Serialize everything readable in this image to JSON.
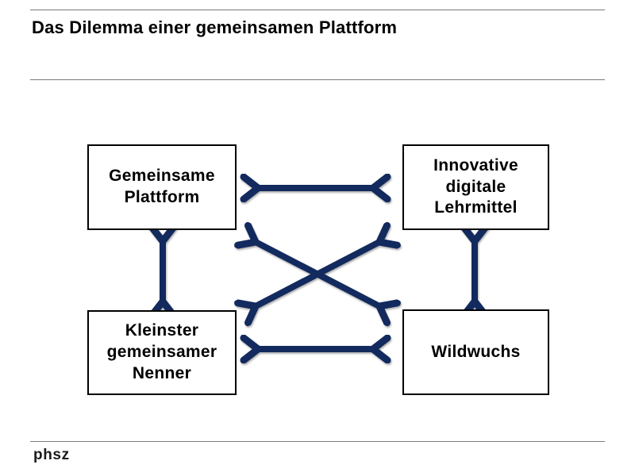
{
  "slide": {
    "title": "Das Dilemma einer gemeinsamen Plattform",
    "footer_logo": "phsz",
    "colors": {
      "arrow": "#122a5e",
      "box_border": "#000000",
      "rule_line": "#7b7b7b",
      "text": "#000000"
    }
  },
  "diagram": {
    "boxes": [
      {
        "id": "gemeinsame-plattform",
        "label": "Gemeinsame\nPlattform"
      },
      {
        "id": "innovative-digitale-lehrmittel",
        "label": "Innovative\ndigitale\nLehrmittel"
      },
      {
        "id": "kleinster-gemeinsamer-nenner",
        "label": "Kleinster\ngemeinsamer\nNenner"
      },
      {
        "id": "wildwuchs",
        "label": "Wildwuchs"
      }
    ],
    "arrows": [
      {
        "id": "top-horizontal",
        "from": "gemeinsame-plattform",
        "to": "innovative-digitale-lehrmittel",
        "bidirectional": true
      },
      {
        "id": "bottom-horizontal",
        "from": "kleinster-gemeinsamer-nenner",
        "to": "wildwuchs",
        "bidirectional": true
      },
      {
        "id": "left-vertical",
        "from": "gemeinsame-plattform",
        "to": "kleinster-gemeinsamer-nenner",
        "bidirectional": true
      },
      {
        "id": "right-vertical",
        "from": "innovative-digitale-lehrmittel",
        "to": "wildwuchs",
        "bidirectional": true
      },
      {
        "id": "diagonal-down",
        "from": "gemeinsame-plattform",
        "to": "wildwuchs",
        "bidirectional": true
      },
      {
        "id": "diagonal-up",
        "from": "kleinster-gemeinsamer-nenner",
        "to": "innovative-digitale-lehrmittel",
        "bidirectional": true
      }
    ]
  }
}
